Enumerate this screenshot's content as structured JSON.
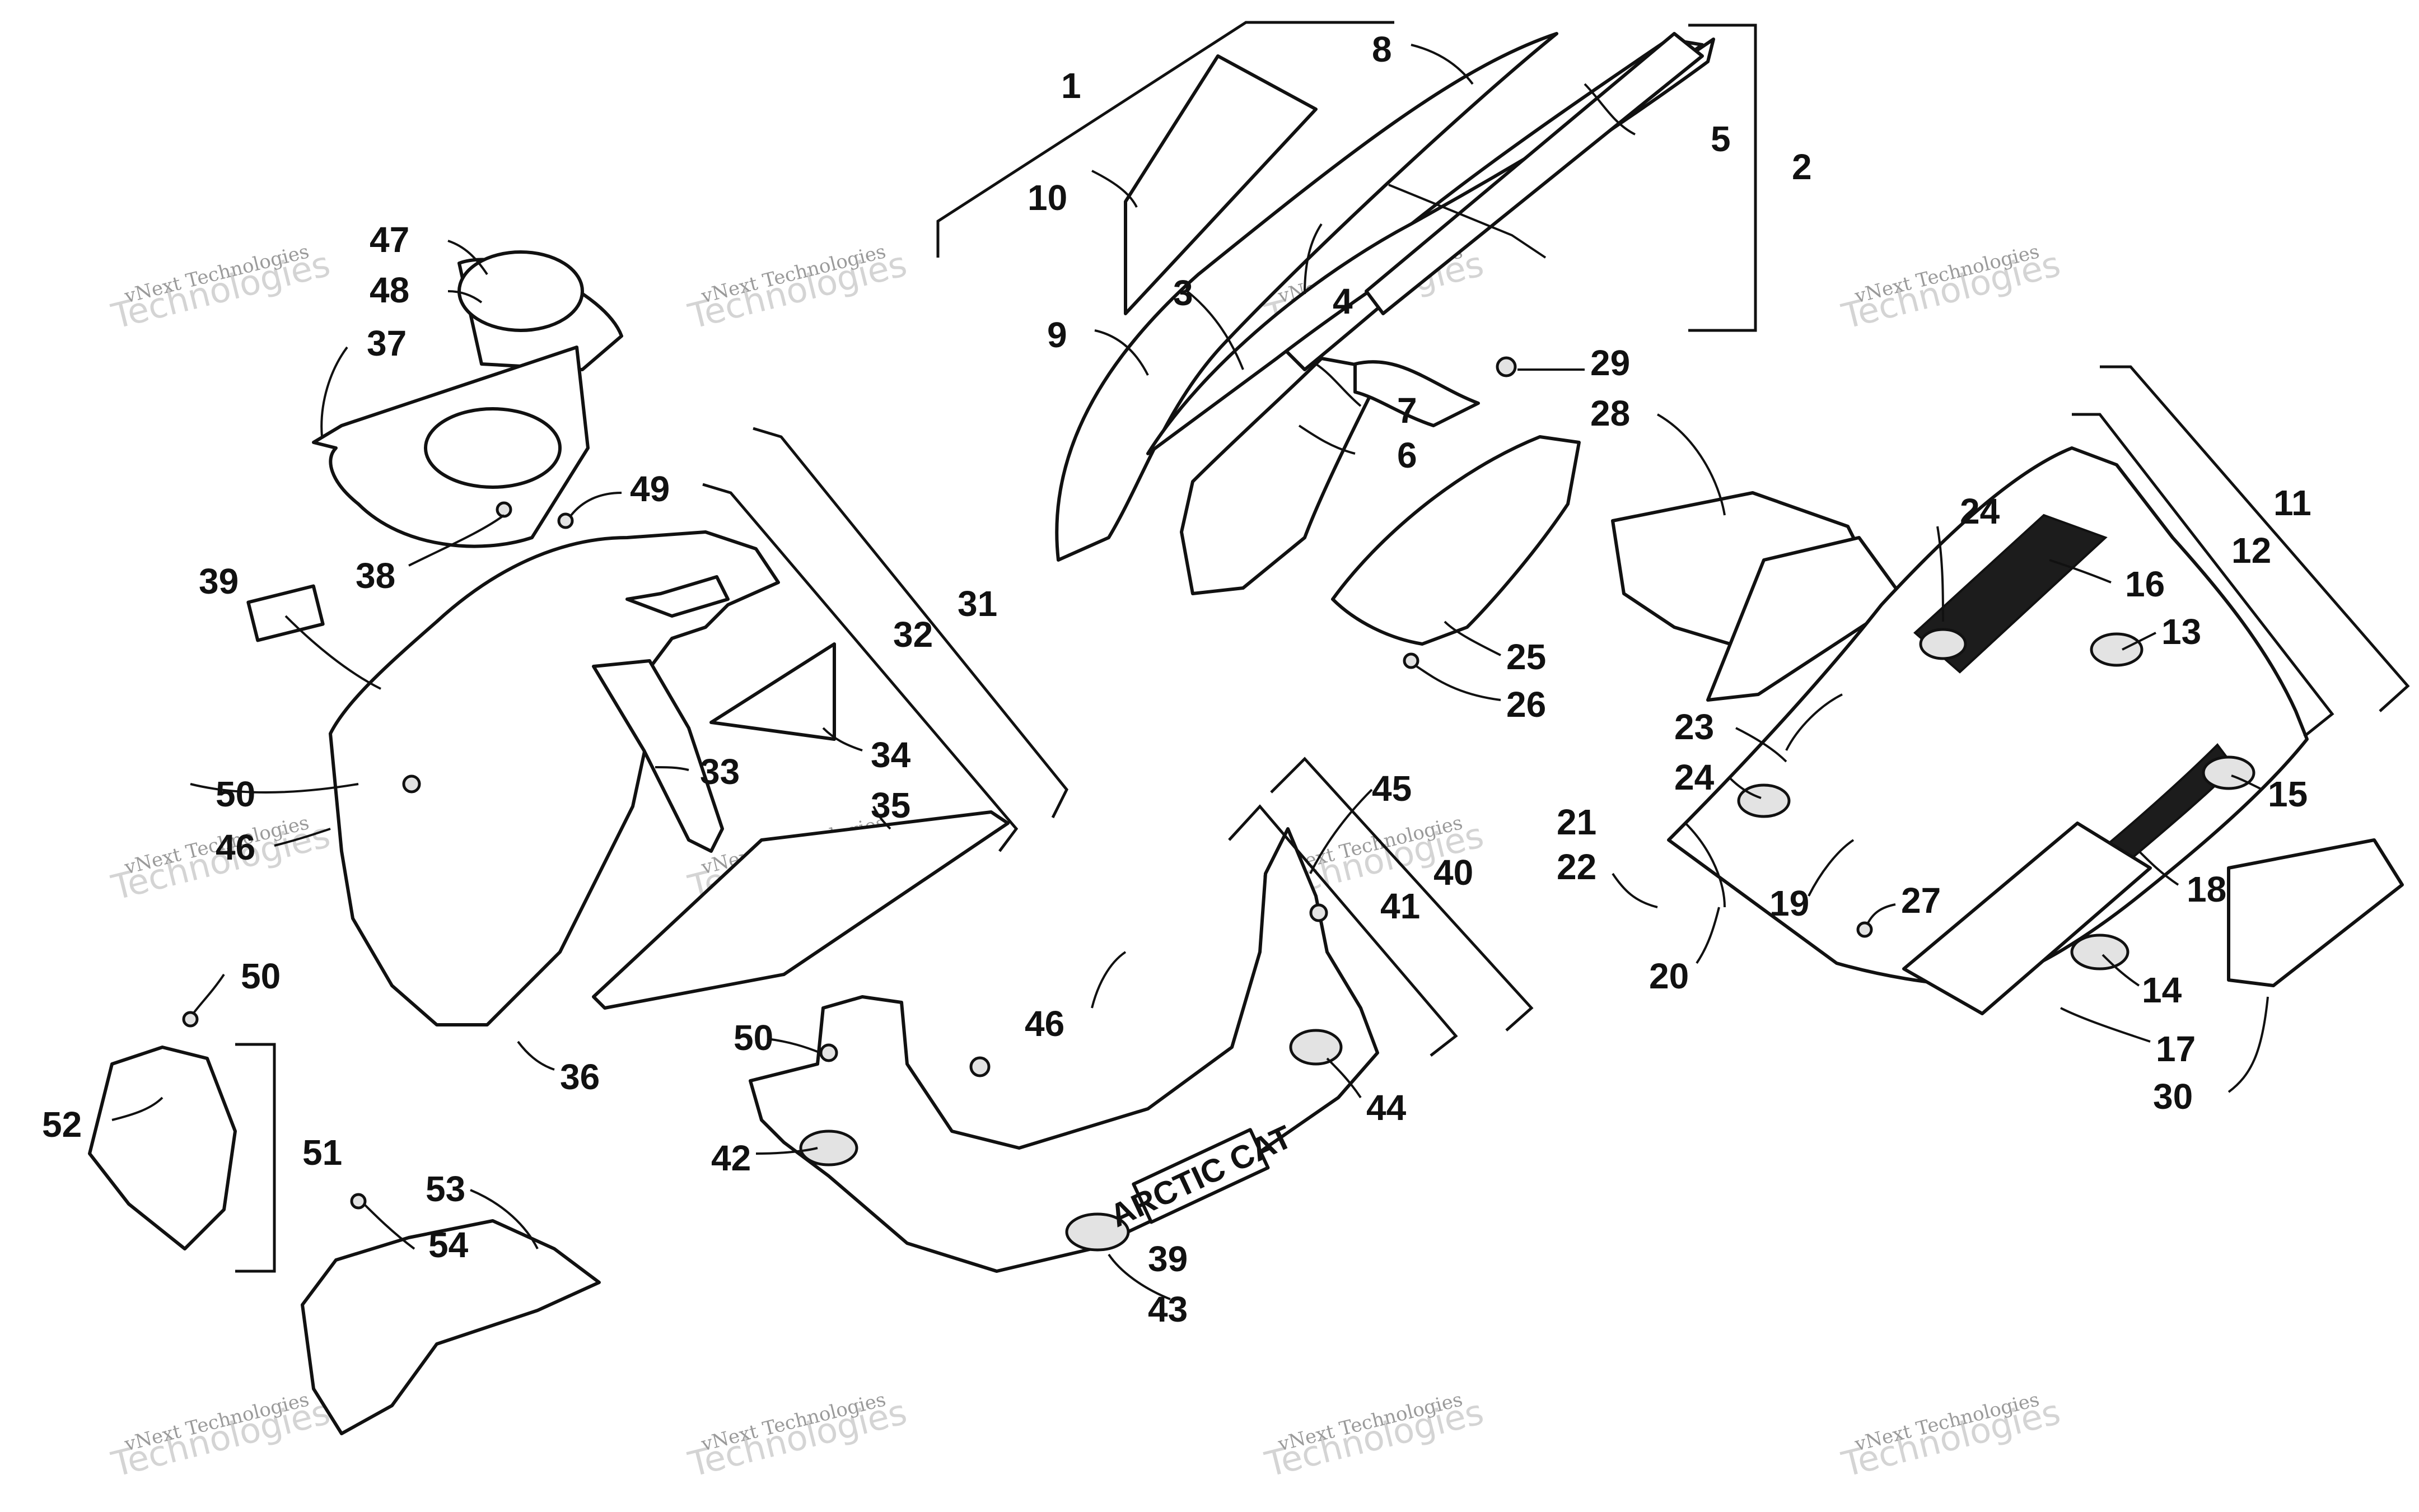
{
  "labels": [
    {
      "text": "1"
    },
    {
      "text": "2"
    },
    {
      "text": "3"
    },
    {
      "text": "4"
    },
    {
      "text": "5"
    },
    {
      "text": "6"
    },
    {
      "text": "7"
    },
    {
      "text": "8"
    },
    {
      "text": "9"
    },
    {
      "text": "10"
    },
    {
      "text": "11"
    },
    {
      "text": "12"
    },
    {
      "text": "13"
    },
    {
      "text": "14"
    },
    {
      "text": "15"
    },
    {
      "text": "16"
    },
    {
      "text": "17"
    },
    {
      "text": "18"
    },
    {
      "text": "19"
    },
    {
      "text": "20"
    },
    {
      "text": "21"
    },
    {
      "text": "22"
    },
    {
      "text": "23"
    },
    {
      "text": "24"
    },
    {
      "text": "24"
    },
    {
      "text": "25"
    },
    {
      "text": "26"
    },
    {
      "text": "27"
    },
    {
      "text": "28"
    },
    {
      "text": "29"
    },
    {
      "text": "30"
    },
    {
      "text": "31"
    },
    {
      "text": "32"
    },
    {
      "text": "33"
    },
    {
      "text": "34"
    },
    {
      "text": "35"
    },
    {
      "text": "36"
    },
    {
      "text": "37"
    },
    {
      "text": "38"
    },
    {
      "text": "39"
    },
    {
      "text": "39"
    },
    {
      "text": "40"
    },
    {
      "text": "41"
    },
    {
      "text": "42"
    },
    {
      "text": "43"
    },
    {
      "text": "44"
    },
    {
      "text": "45"
    },
    {
      "text": "46"
    },
    {
      "text": "46"
    },
    {
      "text": "47"
    },
    {
      "text": "48"
    },
    {
      "text": "49"
    },
    {
      "text": "50"
    },
    {
      "text": "50"
    },
    {
      "text": "50"
    },
    {
      "text": "51"
    },
    {
      "text": "52"
    },
    {
      "text": "53"
    },
    {
      "text": "54"
    }
  ],
  "watermark": {
    "line1": "vNext Technologies",
    "line2": "Technologies"
  },
  "decal_text": "ARCTIC CAT",
  "colors": {
    "ink": "#111111",
    "paper": "#ffffff",
    "watermark": "#d4d4d4"
  }
}
